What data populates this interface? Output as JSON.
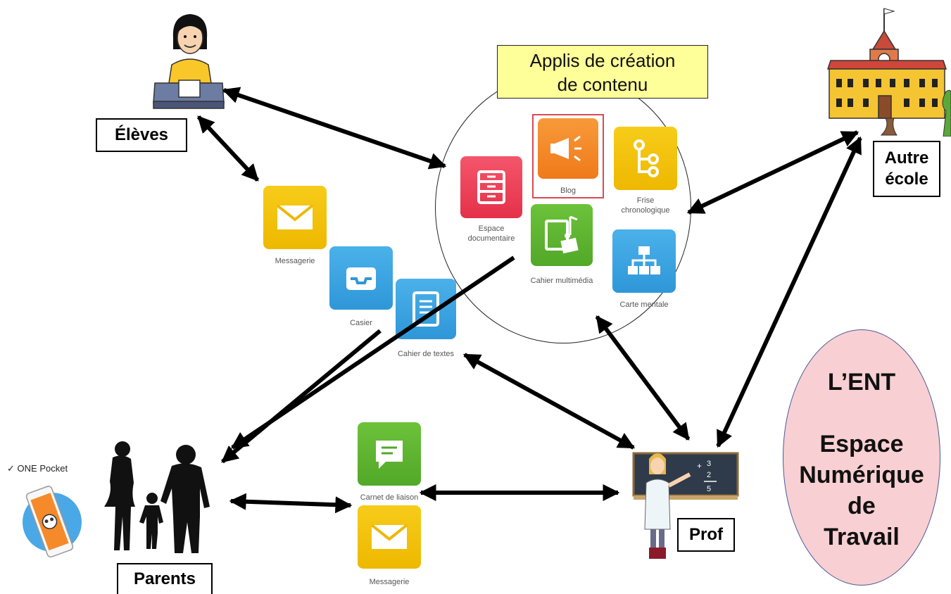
{
  "actors": {
    "eleves": "Élèves",
    "autre_ecole_line1": "Autre",
    "autre_ecole_line2": "école",
    "parents": "Parents",
    "prof": "Prof"
  },
  "creation_box": {
    "line1": "Applis de création",
    "line2": "de contenu"
  },
  "apps": {
    "espace_doc_line1": "Espace",
    "espace_doc_line2": "documentaire",
    "blog": "Blog",
    "frise_line1": "Frise",
    "frise_line2": "chronologique",
    "cahier_multimedia": "Cahier multimédia",
    "carte_mentale": "Carte mentale",
    "messagerie_top": "Messagerie",
    "casier": "Casier",
    "cahier_textes": "Cahier de textes",
    "carnet_liaison": "Carnet de liaison",
    "messagerie_bottom": "Messagerie"
  },
  "one_pocket": "ONE Pocket",
  "ent": {
    "title": "L’ENT",
    "line1": "Espace",
    "line2": "Numérique",
    "line3": "de",
    "line4": "Travail"
  },
  "colors": {
    "yellow_box": "#ffff99",
    "ent_ellipse": "#f8cfd2",
    "app_yellow": "#f2c300",
    "app_blue": "#3aa5e0",
    "app_red": "#ee3b52",
    "app_orange": "#f5801f",
    "app_green": "#5eb531"
  }
}
